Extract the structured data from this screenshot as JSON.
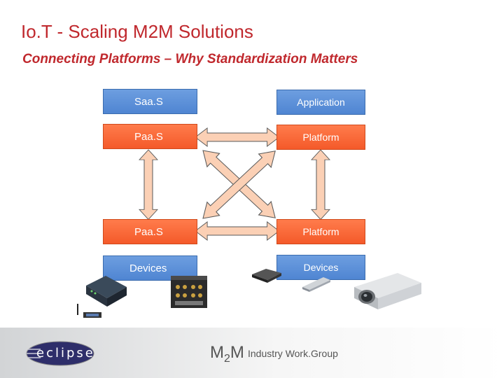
{
  "title": "Io.T - Scaling M2M Solutions",
  "subtitle": "Connecting Platforms – Why Standardization Matters",
  "left_stack": {
    "top": [
      {
        "label": "Saa.S",
        "color": "blue"
      },
      {
        "label": "Paa.S",
        "color": "orange"
      }
    ],
    "bottom": [
      {
        "label": "Paa.S",
        "color": "orange"
      },
      {
        "label": "Devices",
        "color": "blue"
      }
    ]
  },
  "right_stack": {
    "top": [
      {
        "label": "Application",
        "color": "blue"
      },
      {
        "label": "Platform",
        "color": "orange"
      }
    ],
    "bottom": [
      {
        "label": "Platform",
        "color": "orange"
      },
      {
        "label": "Devices",
        "color": "blue"
      }
    ]
  },
  "footer": {
    "logo_text": "eclipse",
    "m2m_m1": "M",
    "m2m_2": "2",
    "m2m_m2": "M",
    "group": "Industry Work.Group"
  },
  "colors": {
    "title_red": "#c0282d",
    "box_blue": "#5a8fd8",
    "box_orange": "#f8693a",
    "arrow_fill": "#fbd0b5",
    "arrow_stroke": "#5a5a5a"
  },
  "icons": [
    "router-device-icon",
    "embedded-board-icon",
    "modem-device-icon",
    "usb-stick-icon",
    "camera-device-icon",
    "antenna-icon"
  ]
}
